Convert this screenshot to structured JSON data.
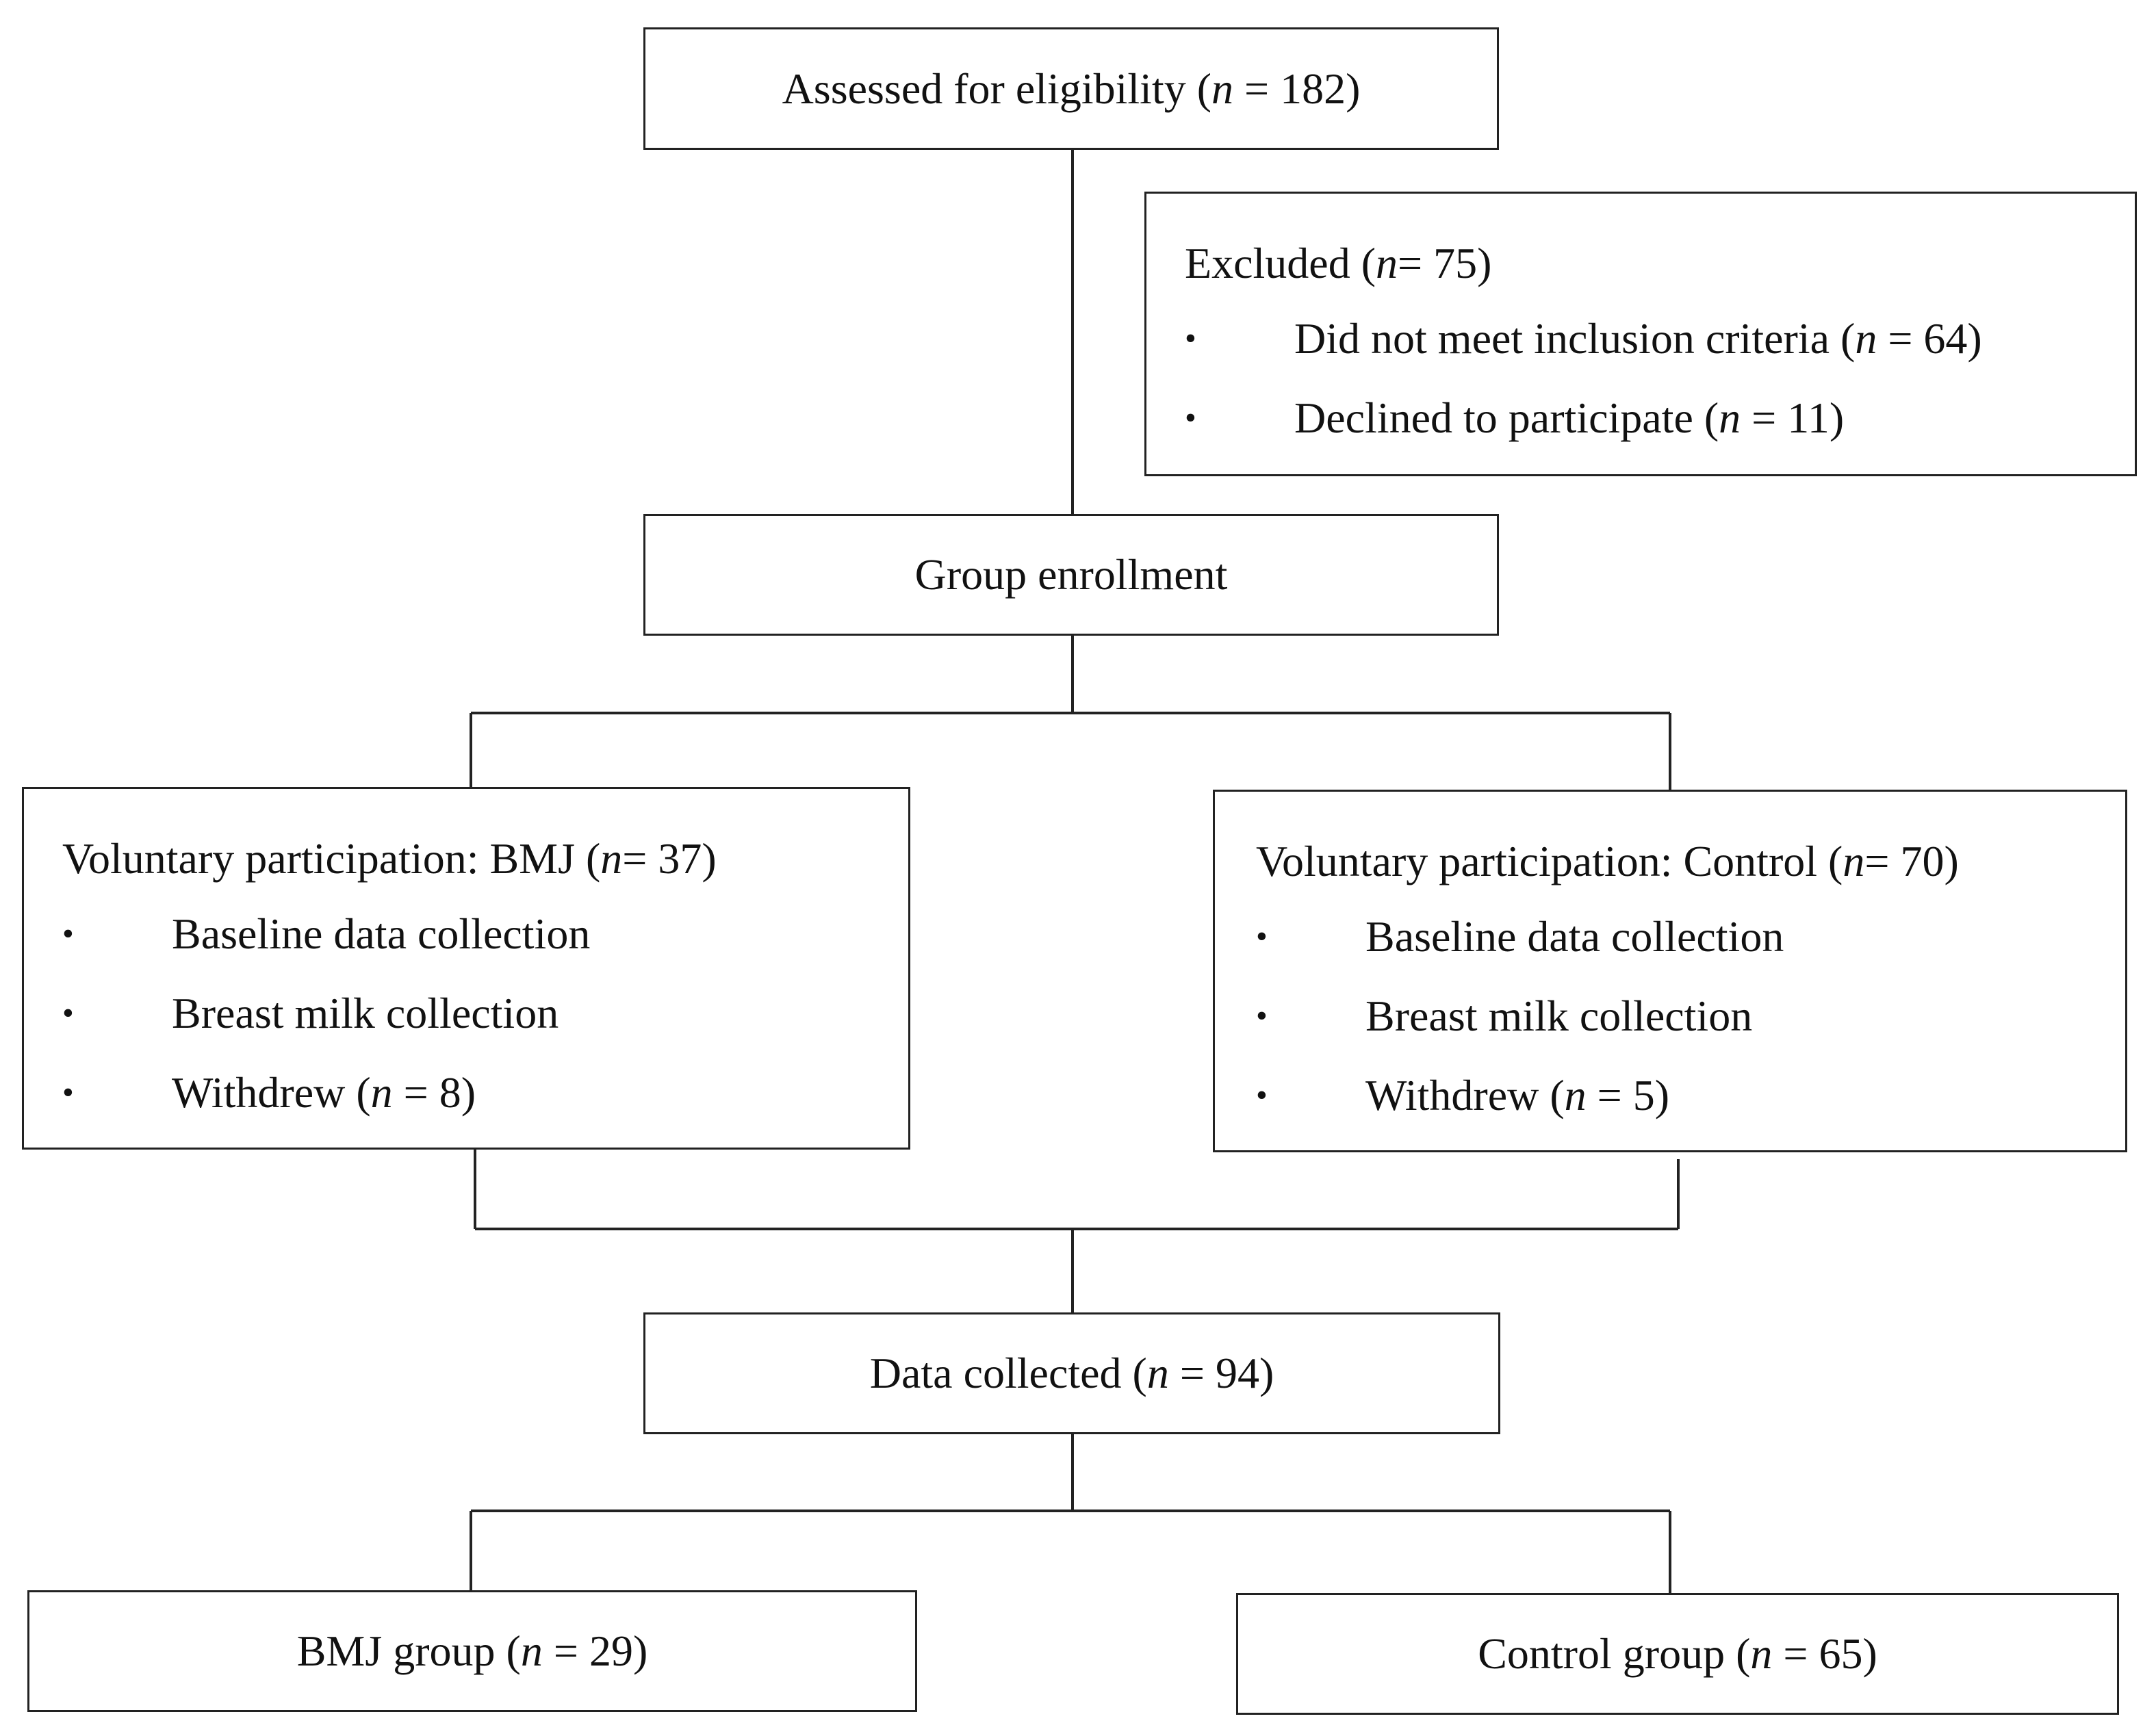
{
  "boxes": {
    "assessed": {
      "text": "Assessed for eligibility (",
      "n": "n",
      "rest": " = 182)"
    },
    "excluded": {
      "title": {
        "text": "Excluded (",
        "n": "n",
        "rest": " = 75)"
      },
      "items": [
        {
          "text": "Did not meet inclusion criteria (",
          "n": "n",
          "rest": " = 64)"
        },
        {
          "text": "Declined to participate (",
          "n": "n",
          "rest": " = 11)"
        }
      ]
    },
    "enrollment": {
      "text": "Group enrollment"
    },
    "bmj_participation": {
      "title": {
        "text": "Voluntary participation: BMJ (",
        "n": "n",
        "rest": " = 37)"
      },
      "items": [
        {
          "text": "Baseline data collection"
        },
        {
          "text": "Breast milk collection"
        },
        {
          "text": "Withdrew (",
          "n": "n",
          "rest": " = 8)"
        }
      ]
    },
    "control_participation": {
      "title": {
        "text": "Voluntary participation: Control (",
        "n": "n",
        "rest": " = 70)"
      },
      "items": [
        {
          "text": "Baseline data collection"
        },
        {
          "text": "Breast milk collection"
        },
        {
          "text": "Withdrew (",
          "n": "n",
          "rest": " = 5)"
        }
      ]
    },
    "data_collected": {
      "text": "Data collected (",
      "n": "n",
      "rest": " = 94)"
    },
    "bmj_group": {
      "text": "BMJ group (",
      "n": "n",
      "rest": " = 29)"
    },
    "control_group": {
      "text": "Control group (",
      "n": "n",
      "rest": " = 65)"
    }
  },
  "bullet_glyph": "•",
  "colors": {
    "line": "#222222",
    "text": "#111111",
    "background": "#ffffff"
  }
}
